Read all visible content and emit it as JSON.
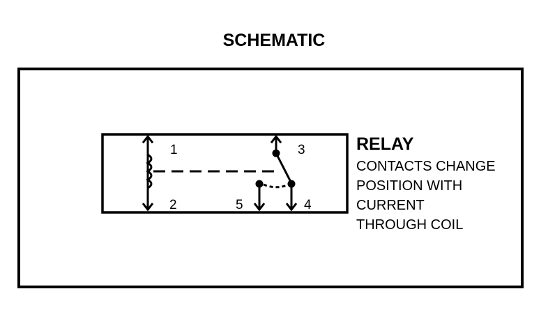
{
  "title": "SCHEMATIC",
  "relay": {
    "name": "RELAY",
    "description": [
      "CONTACTS CHANGE",
      "POSITION WITH",
      "CURRENT",
      "THROUGH COIL"
    ]
  },
  "pins": {
    "p1": "1",
    "p2": "2",
    "p3": "3",
    "p4": "4",
    "p5": "5"
  }
}
